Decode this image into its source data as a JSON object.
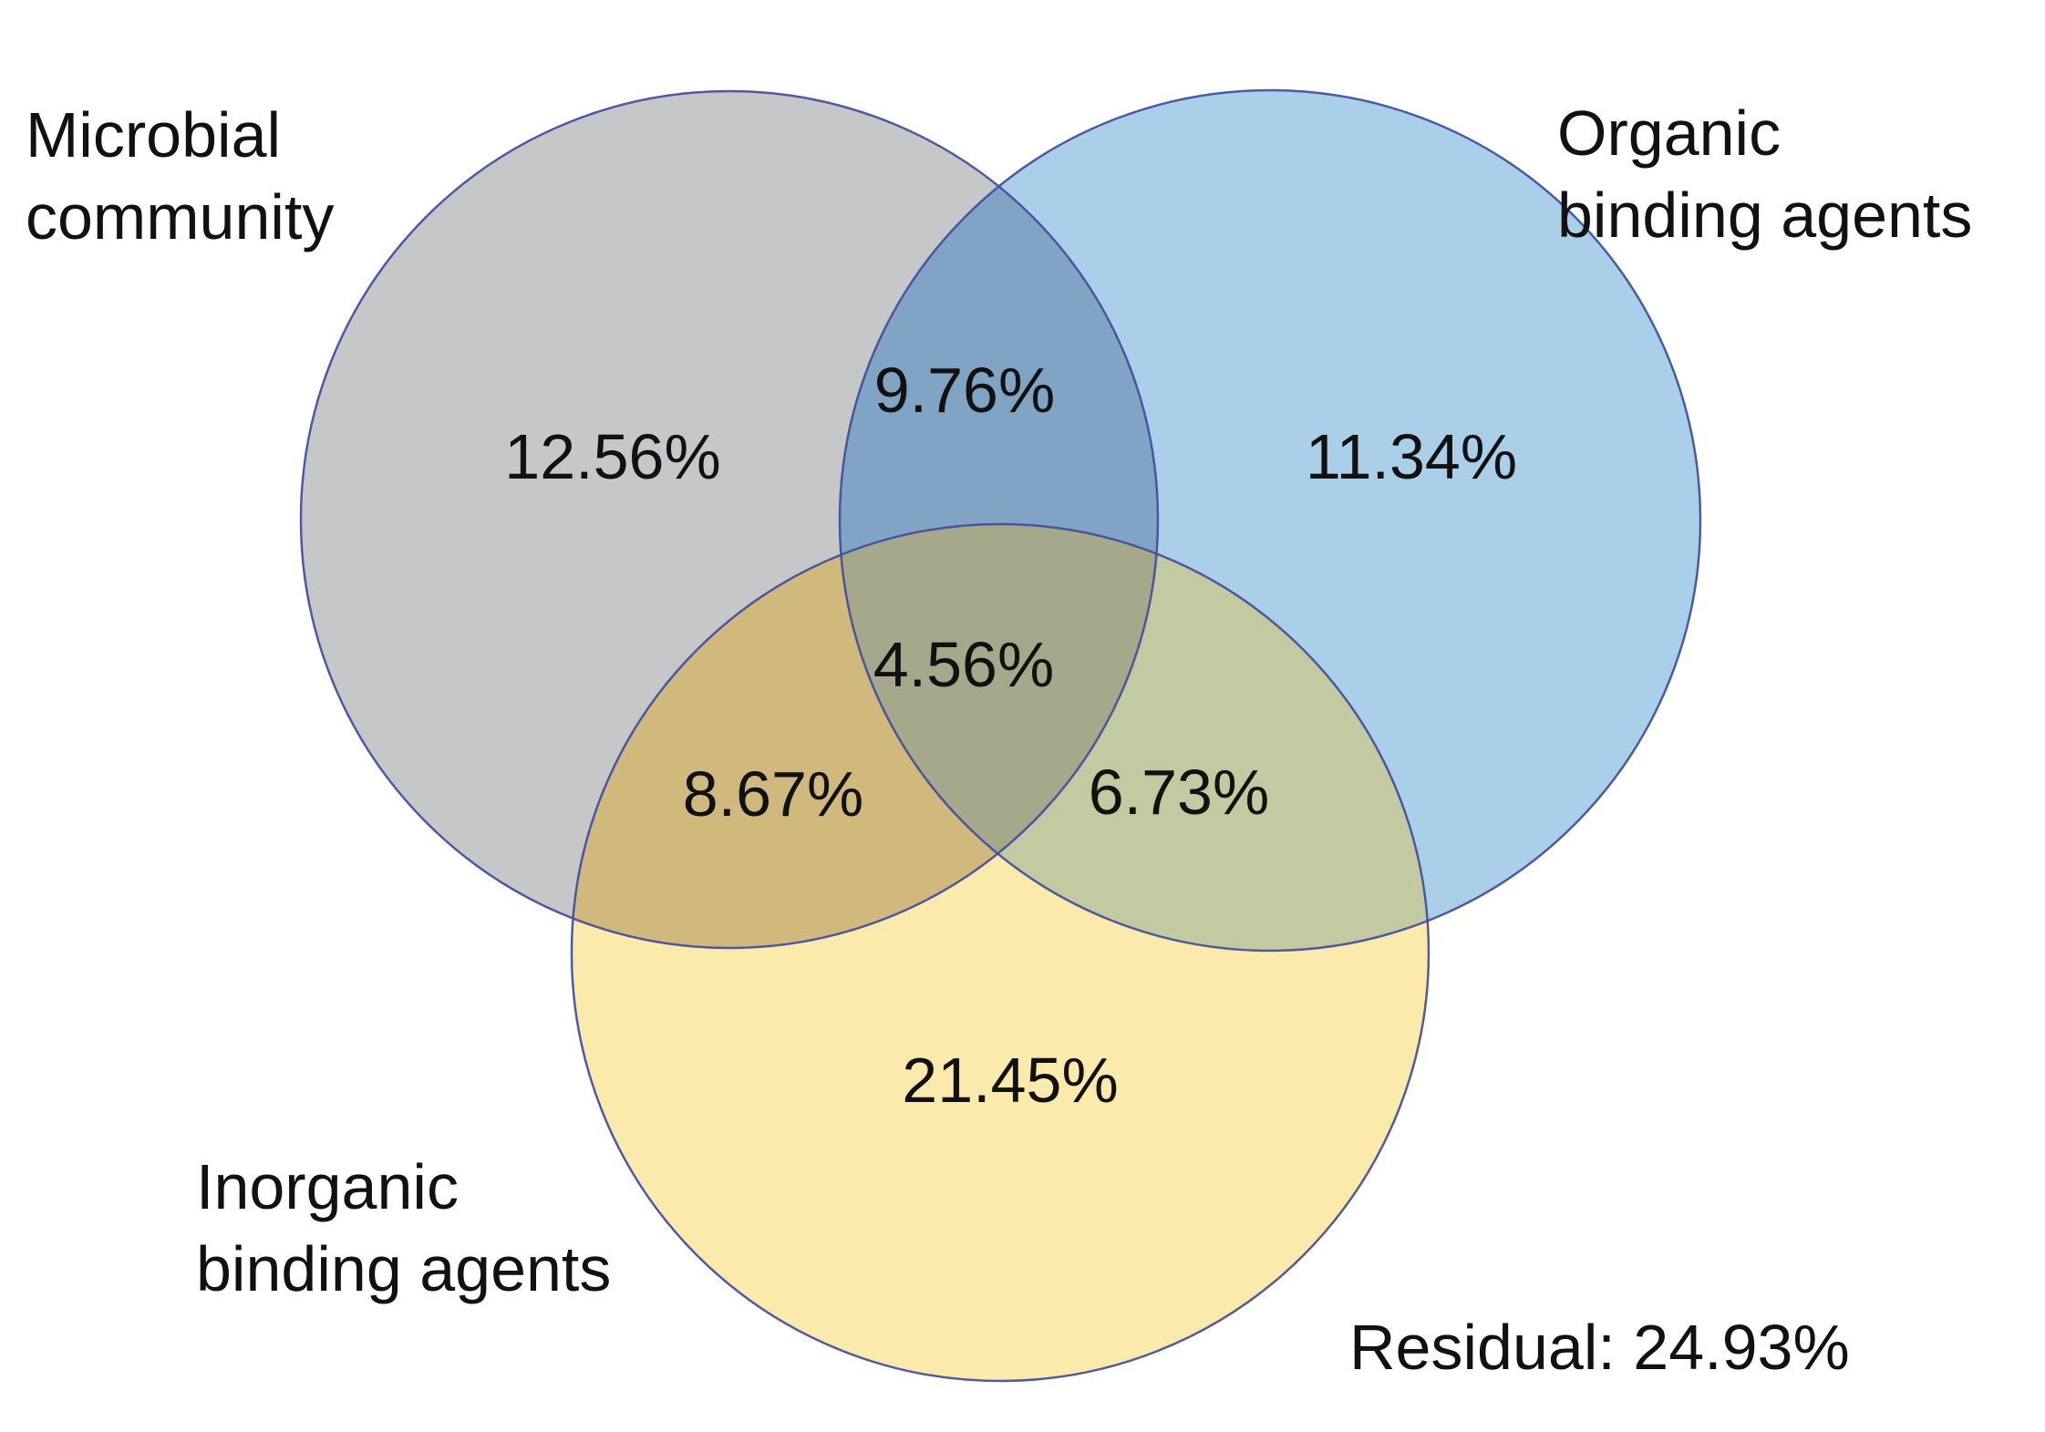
{
  "figure": {
    "background": "#ffffff"
  },
  "labels": {
    "microbial": {
      "line1": "Microbial",
      "line2": "community"
    },
    "organic": {
      "line1": "Organic",
      "line2": "binding agents"
    },
    "inorganic": {
      "line1": "Inorganic",
      "line2": "binding agents"
    }
  },
  "values": {
    "microbial_only": "12.56%",
    "organic_only": "11.34%",
    "inorganic_only": "21.45%",
    "microbial_organic": "9.76%",
    "microbial_inorganic": "8.67%",
    "organic_inorganic": "6.73%",
    "all_three": "4.56%",
    "residual": "Residual: 24.93%"
  },
  "colors": {
    "microbial_fill": "#c6c7c8",
    "organic_fill": "#abcfe9",
    "inorganic_fill": "#fce9ac",
    "microbial_organic_fill": "#81a4c4",
    "microbial_inorganic_fill": "#d1b87c",
    "organic_inorganic_fill": "#c3caa2",
    "all_three_fill": "#a5a88a",
    "outline": "#414d9e",
    "text": "#111111"
  },
  "chart_data": {
    "type": "venn",
    "title": "",
    "sets": [
      "Microbial community",
      "Organic binding agents",
      "Inorganic binding agents"
    ],
    "regions": [
      {
        "sets": [
          "Microbial community"
        ],
        "value_pct": 12.56
      },
      {
        "sets": [
          "Organic binding agents"
        ],
        "value_pct": 11.34
      },
      {
        "sets": [
          "Inorganic binding agents"
        ],
        "value_pct": 21.45
      },
      {
        "sets": [
          "Microbial community",
          "Organic binding agents"
        ],
        "value_pct": 9.76
      },
      {
        "sets": [
          "Microbial community",
          "Inorganic binding agents"
        ],
        "value_pct": 8.67
      },
      {
        "sets": [
          "Organic binding agents",
          "Inorganic binding agents"
        ],
        "value_pct": 6.73
      },
      {
        "sets": [
          "Microbial community",
          "Organic binding agents",
          "Inorganic binding agents"
        ],
        "value_pct": 4.56
      }
    ],
    "residual_pct": 24.93,
    "legend_position": "none",
    "grid": false
  }
}
